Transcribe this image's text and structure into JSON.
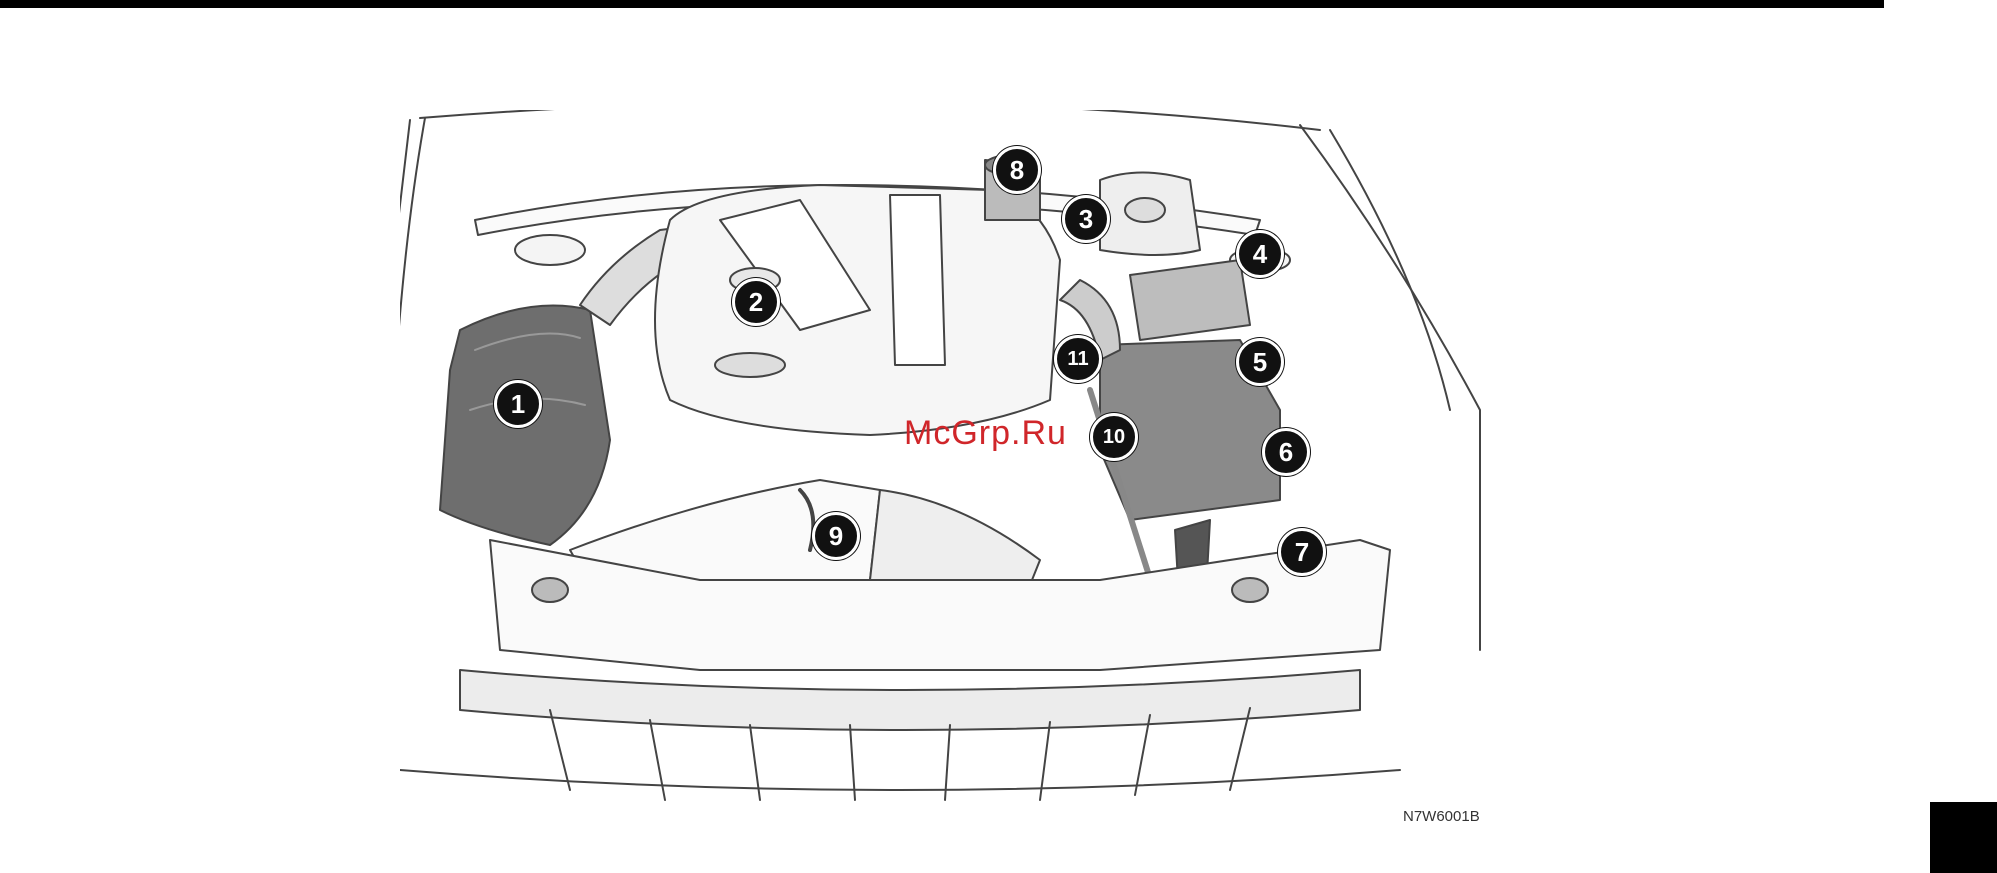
{
  "figure": {
    "callouts": [
      "1",
      "2",
      "3",
      "4",
      "5",
      "6",
      "7",
      "8",
      "9",
      "10",
      "11"
    ],
    "code": "N7W6001B"
  },
  "watermark": "McGrp.Ru"
}
